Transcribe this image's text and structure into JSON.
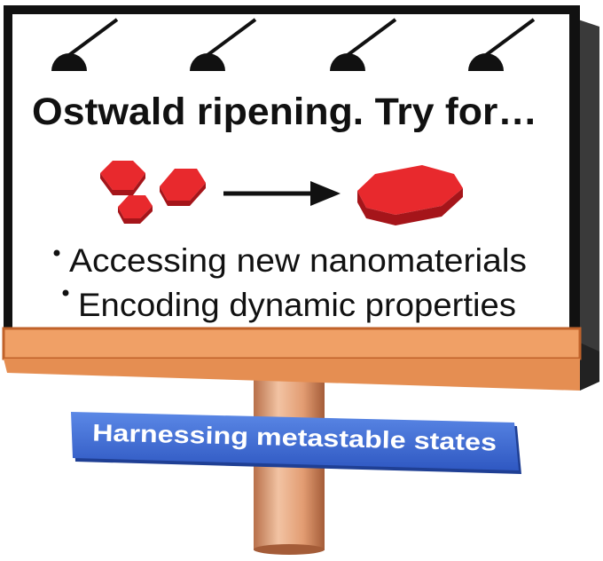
{
  "billboard": {
    "title": "Ostwald ripening. Try for…",
    "bullets": [
      "Accessing new nanomaterials",
      "Encoding dynamic properties"
    ]
  },
  "banner": {
    "label": "Harnessing metastable states"
  },
  "colors": {
    "board_frame": "#111111",
    "board_face": "#ffffff",
    "base_strip": "#f0a066",
    "base_strip_edge": "#c0622a",
    "post": "#e7a77f",
    "banner_fill": "#3a6bd6",
    "crystal": "#e8292d",
    "lamp": "#111111"
  },
  "icons": {
    "lamps": [
      "spotlight-icon",
      "spotlight-icon",
      "spotlight-icon",
      "spotlight-icon"
    ],
    "small_crystals": [
      "crystal-icon",
      "crystal-icon",
      "crystal-icon"
    ],
    "arrow": "arrow-right-icon",
    "large_crystal": "crystal-icon"
  }
}
